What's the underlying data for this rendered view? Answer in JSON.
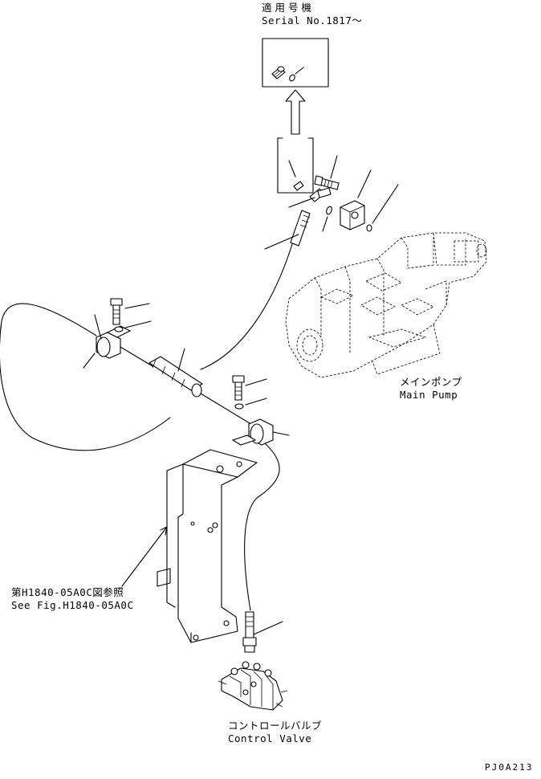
{
  "labels": {
    "serial_jp": "適用号機",
    "serial_en": "Serial No.1817～",
    "main_pump_jp": "メインポンプ",
    "main_pump_en": "Main Pump",
    "ref_jp": "第H1840-05A0C図参照",
    "ref_en": "See Fig.H1840-05A0C",
    "control_valve_jp": "コントロールバルブ",
    "control_valve_en": "Control Valve",
    "figure_code": "PJ0A213"
  }
}
